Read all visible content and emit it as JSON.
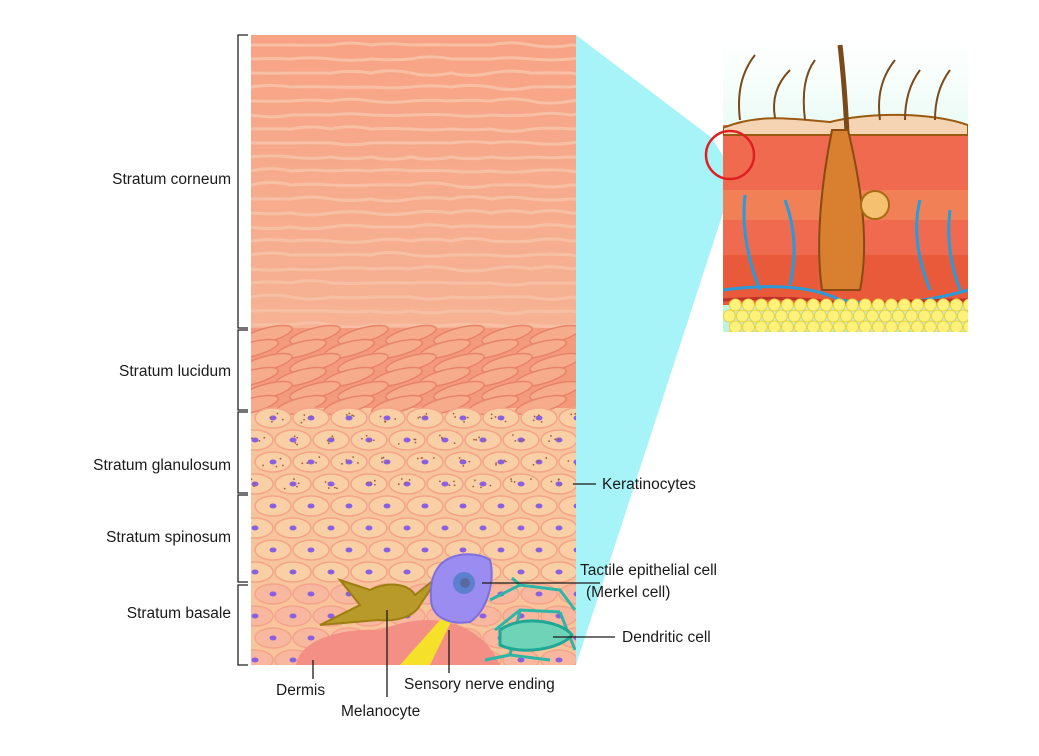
{
  "layers": [
    {
      "name": "Stratum corneum"
    },
    {
      "name": "Stratum lucidum"
    },
    {
      "name": "Stratum glanulosum"
    },
    {
      "name": "Stratum spinosum"
    },
    {
      "name": "Stratum basale"
    }
  ],
  "callouts": {
    "keratinocytes": "Keratinocytes",
    "tactile_line1": "Tactile epithelial cell",
    "tactile_line2": "(Merkel cell)",
    "dendritic": "Dendritic cell",
    "dermis": "Dermis",
    "melanocyte": "Melanocyte",
    "sensory": "Sensory nerve ending"
  },
  "colors": {
    "corneum": "#f6a889",
    "cell": "#f8c8a0",
    "nucleus": "#8a5fe0",
    "zoom_beam": "#a6f4f7",
    "merkel": "#9a8cf0",
    "dendritic": "#2bb6a6",
    "melanocyte": "#b89a2a",
    "highlight_circle": "#e02020"
  }
}
